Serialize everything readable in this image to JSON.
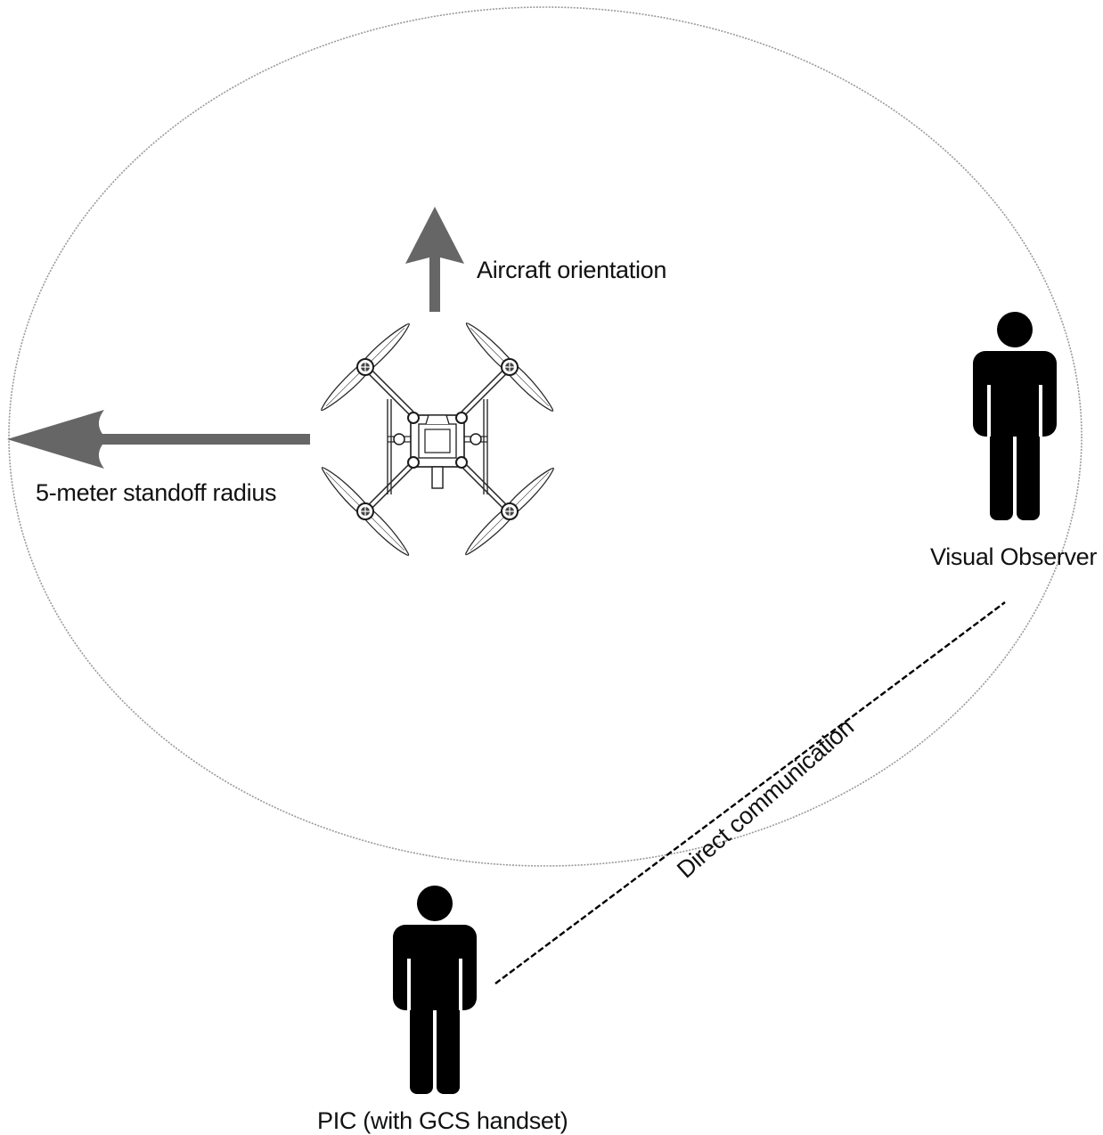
{
  "labels": {
    "aircraft_orientation": "Aircraft orientation",
    "standoff_radius": "5-meter standoff radius",
    "visual_observer": "Visual Observer",
    "direct_communication": "Direct communication",
    "pic": "PIC (with GCS handset)"
  },
  "icons": {
    "aircraft": "quadcopter-drone-icon",
    "person": "person-icon",
    "arrow": "arrow-icon"
  },
  "colors": {
    "arrow": "#666666",
    "person": "#000000",
    "circle": "#9a9a9a",
    "drone_line": "#2a2a2a"
  }
}
